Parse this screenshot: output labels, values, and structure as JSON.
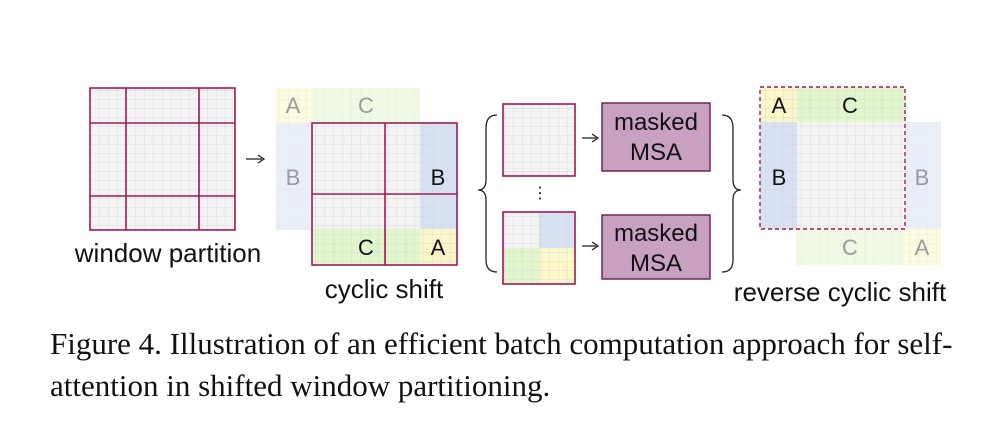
{
  "figure": {
    "labels": {
      "window_partition": "window partition",
      "cyclic_shift": "cyclic shift",
      "masked_msa_line1": "masked",
      "masked_msa_line2": "MSA",
      "reverse_cyclic_shift": "reverse cyclic shift",
      "ellipsis": "⋮",
      "region_a": "A",
      "region_b": "B",
      "region_c": "C"
    },
    "colors": {
      "window_border": "#a0195a",
      "grid_line": "#d8d8d8",
      "cell_fill": "#f3f3f3",
      "region_a": "#fbf7c6",
      "region_b": "#d6e2f3",
      "region_c": "#e2f6cc",
      "msa_box": "#c8a0c0",
      "faded_text": "#9a9a9a"
    }
  },
  "caption": {
    "text": "Figure 4. Illustration of an efficient batch computation approach for self-attention in shifted window partitioning."
  }
}
